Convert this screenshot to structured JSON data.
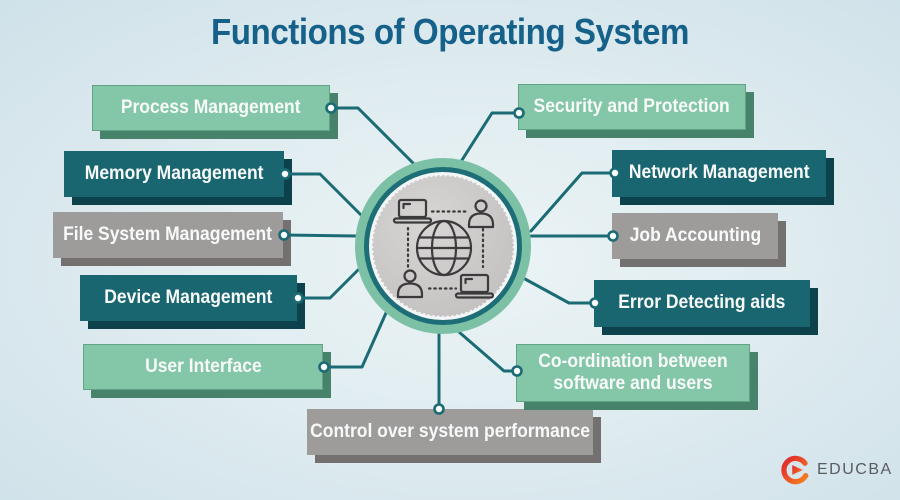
{
  "title": "Functions of Operating System",
  "boxes": [
    {
      "id": "process-management",
      "label": "Process Management",
      "variant": "mint"
    },
    {
      "id": "memory-management",
      "label": "Memory Management",
      "variant": "teal"
    },
    {
      "id": "file-system-management",
      "label": "File System Management",
      "variant": "gray"
    },
    {
      "id": "device-management",
      "label": "Device Management",
      "variant": "teal"
    },
    {
      "id": "user-interface",
      "label": "User Interface",
      "variant": "mint"
    },
    {
      "id": "control-over-system-performance",
      "label": "Control over system performance",
      "variant": "gray"
    },
    {
      "id": "co-ordination-between-software-and-users",
      "label": "Co-ordination between software and users",
      "variant": "mint"
    },
    {
      "id": "error-detecting-aids",
      "label": "Error Detecting aids",
      "variant": "teal"
    },
    {
      "id": "job-accounting",
      "label": "Job Accounting",
      "variant": "gray"
    },
    {
      "id": "network-management",
      "label": "Network Management",
      "variant": "teal"
    },
    {
      "id": "security-and-protection",
      "label": "Security and Protection",
      "variant": "mint"
    }
  ],
  "center": {
    "description": "globe connected with two laptops and two users",
    "icons": [
      "laptop-icon",
      "person-icon",
      "globe-icon",
      "person-icon",
      "laptop-icon"
    ]
  },
  "logo": {
    "text": "EDUCBA"
  },
  "colors": {
    "background_outer": "#CFE1E9",
    "background_inner": "#ECF4F5",
    "title": "#16618A",
    "mint_box": "#84C6A8",
    "mint_shadow": "#47836A",
    "teal_box": "#1A6670",
    "teal_shadow": "#0D424D",
    "gray_box": "#9E9B9B",
    "gray_shadow": "#747070",
    "connector": "#1B6B74",
    "circle_ring_mint": "#7CC1A5",
    "circle_ring_teal": "#1E6E78",
    "circle_inner_gray": "#C9C6C6",
    "icon_stroke": "#3B3B3B",
    "box_text": "#F7FAF9",
    "logo_red": "#E0242E",
    "logo_orange": "#F58220",
    "logo_text": "#5A5C5F"
  }
}
